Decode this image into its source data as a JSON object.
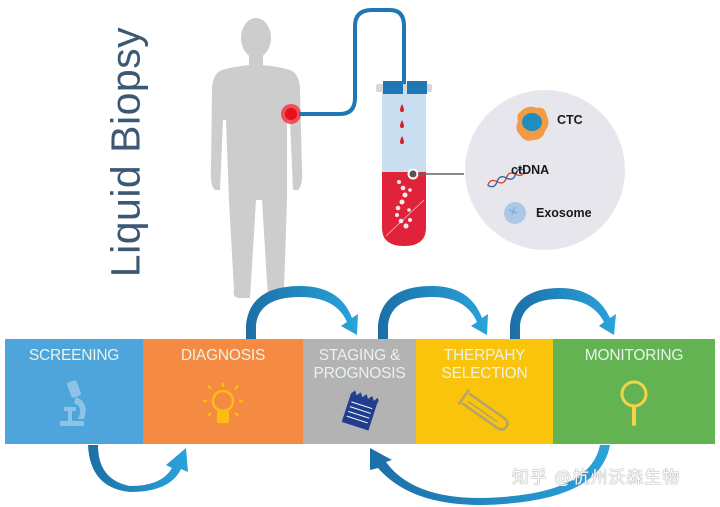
{
  "title": "Liquid Biopsy",
  "analytes": {
    "items": [
      {
        "label": "CTC",
        "icon": "cell-icon"
      },
      {
        "label": "ctDNA",
        "icon": "dna-strand-icon"
      },
      {
        "label": "Exosome",
        "icon": "exosome-icon"
      }
    ]
  },
  "stages": [
    {
      "label": "SCREENING",
      "icon": "microscope-icon",
      "color": "#4ea5dc"
    },
    {
      "label": "DIAGNOSIS",
      "icon": "lightbulb-icon",
      "color": "#f58a43"
    },
    {
      "label": "STAGING &\nPROGNOSIS",
      "label_line1": "STAGING &",
      "label_line2": "PROGNOSIS",
      "icon": "notepad-icon",
      "color": "#b3b3b3"
    },
    {
      "label": "THERPAHY\nSELECTION",
      "label_line1": "THERPAHY",
      "label_line2": "SELECTION",
      "icon": "test-tube-icon",
      "color": "#f9c40b"
    },
    {
      "label": "MONITORING",
      "icon": "magnifier-icon",
      "color": "#63b352"
    }
  ],
  "colors": {
    "title": "#3d5873",
    "arrow": "#1f87c0",
    "blood": "#e0233a",
    "tube_cap": "#1f78b4",
    "body": "#cccccc"
  },
  "watermark": "知乎 @杭州沃森生物"
}
